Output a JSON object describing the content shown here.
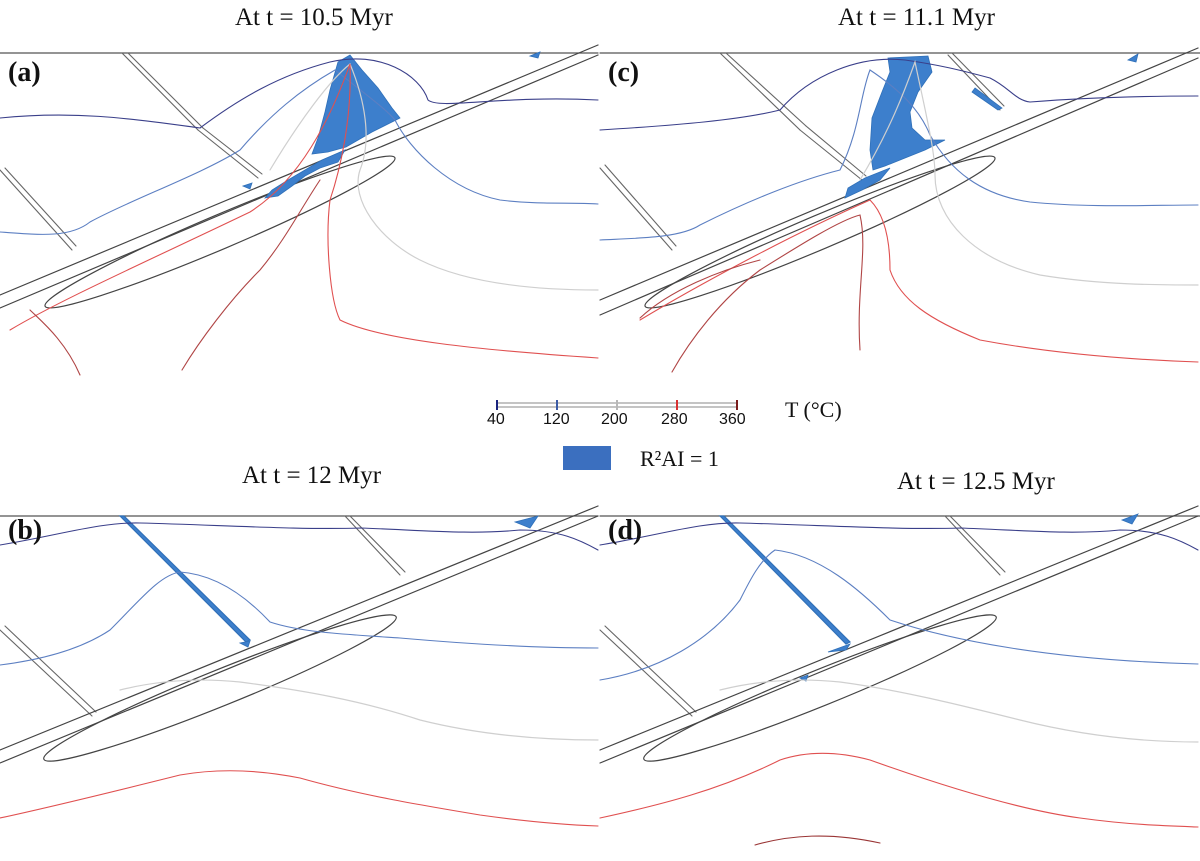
{
  "panels": [
    {
      "label": "(a)",
      "title": "At t = 10.5 Myr"
    },
    {
      "label": "(c)",
      "title": "At t = 11.1 Myr"
    },
    {
      "label": "(b)",
      "title": "At t = 12 Myr"
    },
    {
      "label": "(d)",
      "title": "At t = 12.5 Myr"
    }
  ],
  "colorbar": {
    "title": "T (°C)",
    "ticks": [
      "40",
      "120",
      "200",
      "280",
      "360"
    ],
    "tick_colors": [
      "#1a237e",
      "#3b5ba5",
      "#b8b8b8",
      "#d83030",
      "#7a1c1c"
    ]
  },
  "legend": {
    "label": "R²AI = 1",
    "color": "#3b6fbf"
  },
  "colors": {
    "fill": "#3d7fcc",
    "fault": "#444444",
    "iso40": "#2a2f7a",
    "iso120": "#5c7fc2",
    "iso200": "#cccccc",
    "iso280": "#e05050",
    "iso360": "#9a3535"
  }
}
